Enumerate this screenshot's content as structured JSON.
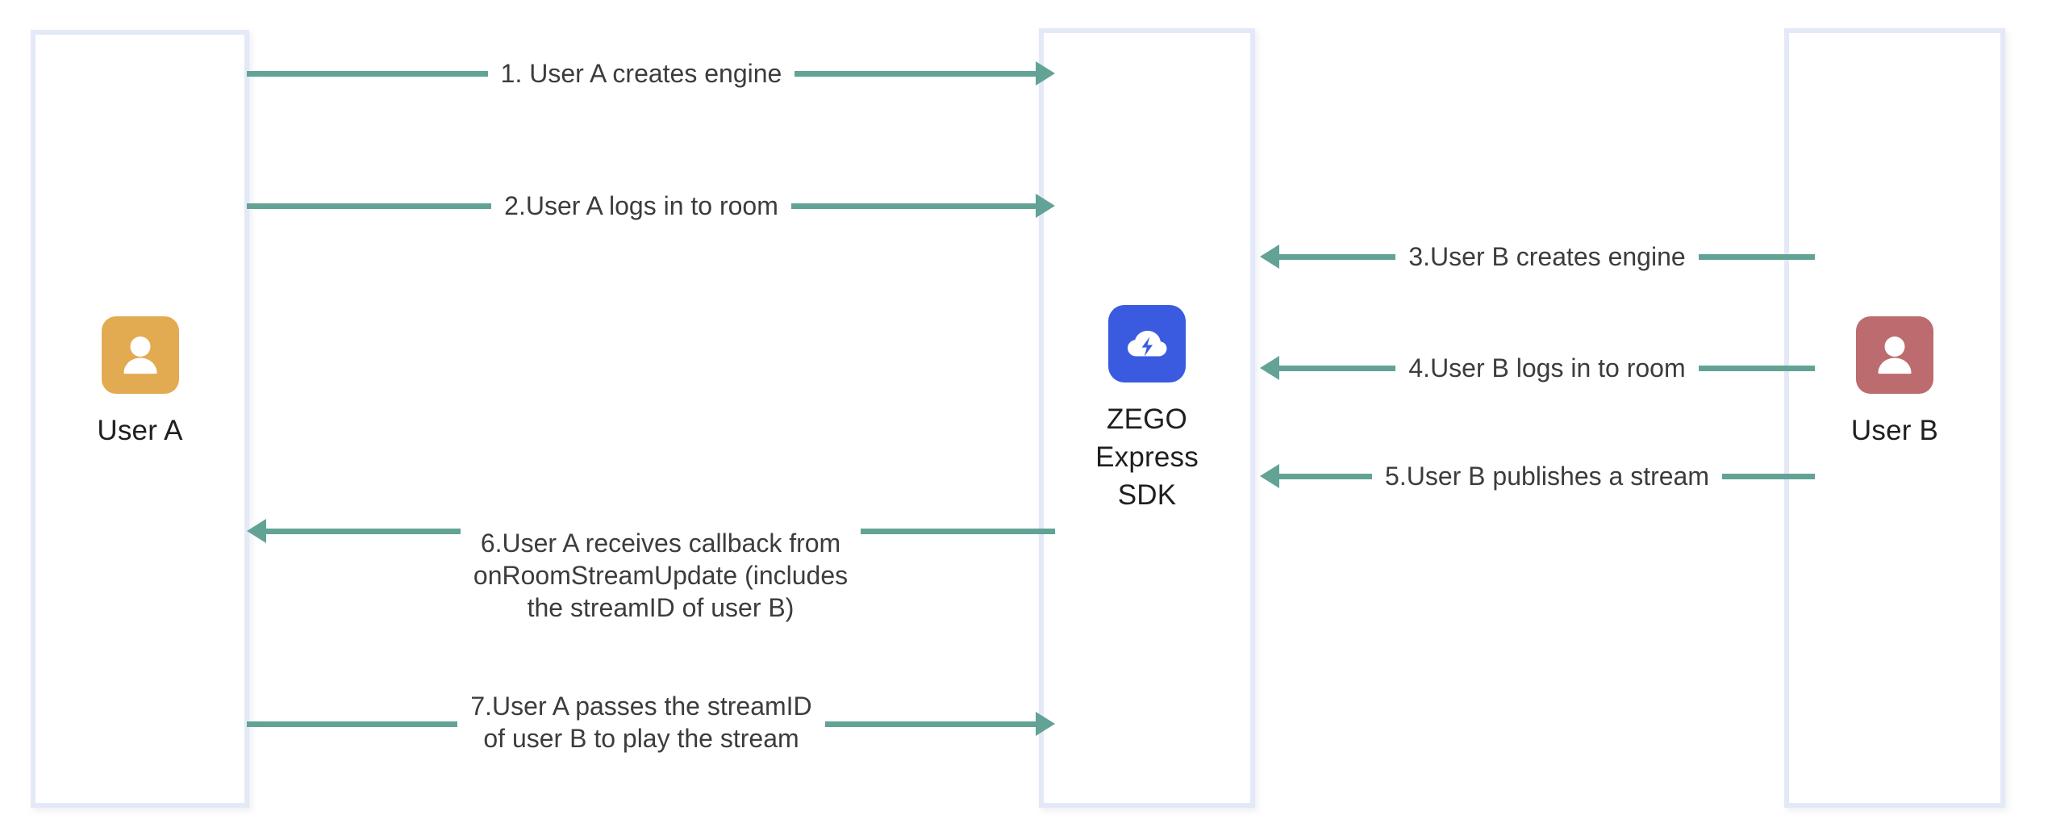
{
  "diagram": {
    "type": "sequence-diagram",
    "title": "",
    "background_color": "#FFFFFF",
    "lifeline_border_color": "#E4E9F8",
    "arrow_color": "#62A396",
    "text_color": "#3C3C3C"
  },
  "actors": [
    {
      "id": "user-a",
      "label": "User A",
      "icon": "person-icon",
      "avatar_color": "#E2AA51"
    },
    {
      "id": "zego-sdk",
      "label": "ZEGO\nExpress\nSDK",
      "icon": "cloud-lightning-icon",
      "avatar_color": "#3A5BE0"
    },
    {
      "id": "user-b",
      "label": "User B",
      "icon": "person-icon",
      "avatar_color": "#BC6B6F"
    }
  ],
  "messages": [
    {
      "number": 1,
      "label": "1. User A creates engine",
      "from": "user-a",
      "to": "zego-sdk",
      "direction": "right"
    },
    {
      "number": 2,
      "label": "2.User A logs in to room",
      "from": "user-a",
      "to": "zego-sdk",
      "direction": "right"
    },
    {
      "number": 3,
      "label": "3.User B creates engine",
      "from": "user-b",
      "to": "zego-sdk",
      "direction": "left"
    },
    {
      "number": 4,
      "label": "4.User B logs in to room",
      "from": "user-b",
      "to": "zego-sdk",
      "direction": "left"
    },
    {
      "number": 5,
      "label": "5.User B publishes a stream",
      "from": "user-b",
      "to": "zego-sdk",
      "direction": "left"
    },
    {
      "number": 6,
      "label": "6.User A receives callback from\nonRoomStreamUpdate (includes\nthe streamID of user B)",
      "from": "zego-sdk",
      "to": "user-a",
      "direction": "left"
    },
    {
      "number": 7,
      "label": "7.User A passes the streamID\nof user B to play the stream",
      "from": "user-a",
      "to": "zego-sdk",
      "direction": "right"
    }
  ]
}
